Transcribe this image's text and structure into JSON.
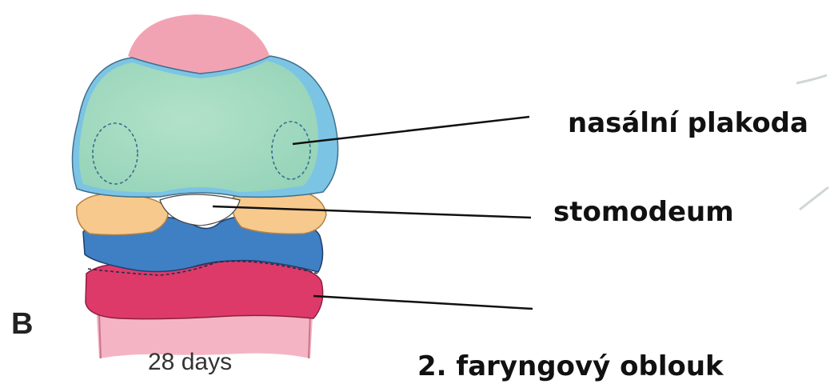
{
  "panel_letter": "B",
  "caption": "28 days",
  "labels": {
    "nasal_placode": "nasální plakoda",
    "stomodeum": "stomodeum",
    "pharyngeal_arch": "2. faryngový oblouk"
  },
  "colors": {
    "frontonasal_pink": "#f2a3b3",
    "face_green": "#a6dcc2",
    "face_blue_edge": "#7cc4e4",
    "maxillary_yellow": "#f7c98c",
    "first_arch_blue": "#3f7fc4",
    "second_arch_red": "#dd3a6a",
    "neck_pink": "#f4b4c4"
  }
}
